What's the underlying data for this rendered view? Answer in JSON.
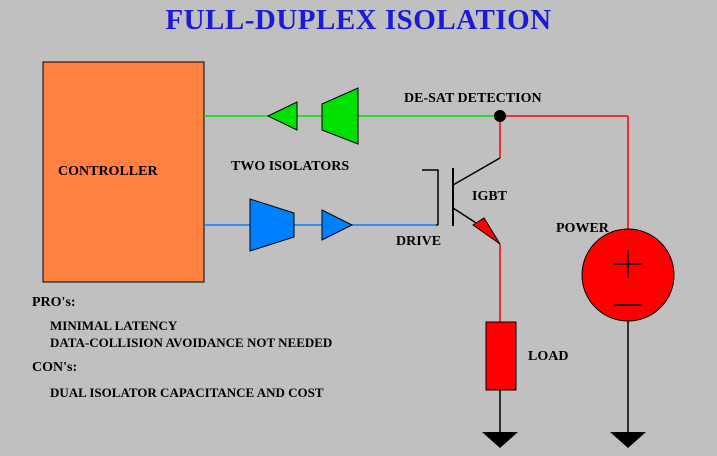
{
  "title": "FULL-DUPLEX ISOLATION",
  "labels": {
    "controller": "CONTROLLER",
    "desat": "DE-SAT DETECTION",
    "two_isolators": "TWO ISOLATORS",
    "igbt": "IGBT",
    "drive": "DRIVE",
    "power": "POWER",
    "load": "LOAD"
  },
  "pros": {
    "heading": "PRO's:",
    "items": [
      "MINIMAL LATENCY",
      "DATA-COLLISION AVOIDANCE NOT NEEDED"
    ]
  },
  "cons": {
    "heading": "CON's:",
    "items": [
      "DUAL ISOLATOR CAPACITANCE AND COST"
    ]
  },
  "colors": {
    "background": "#c0c0c0",
    "title": "#1a1ad8",
    "controller": "#ff8040",
    "green_path": "#00e000",
    "blue_path": "#0080ff",
    "red_path": "#ff0000"
  }
}
